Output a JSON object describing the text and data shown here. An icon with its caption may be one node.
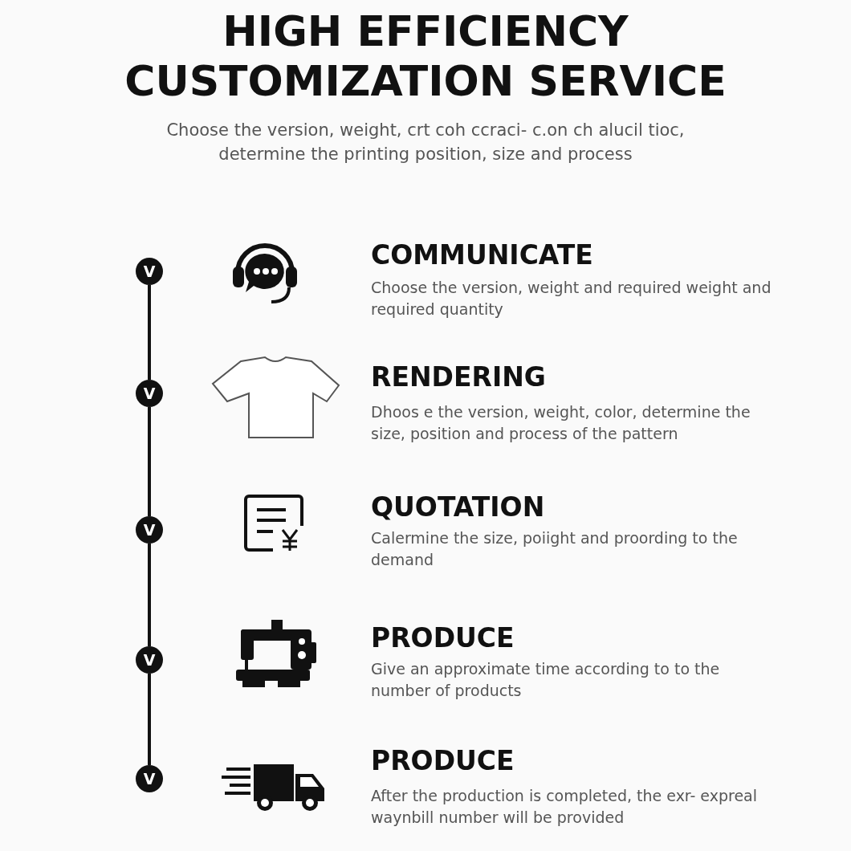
{
  "diagram": {
    "title": "HIGH EFFICIENCY CUSTOMIZATION SERVICE",
    "nodes": [
      {
        "text": [
          "V"
        ]
      },
      {
        "text": [
          "V"
        ]
      },
      {
        "text": [
          "V"
        ]
      },
      {
        "text": [
          "V"
        ]
      },
      {
        "text": [
          "V"
        ]
      }
    ],
    "edges": [
      {
        "from": 0,
        "to": 1,
        "arrow": "none"
      },
      {
        "from": 1,
        "to": 2,
        "arrow": "none"
      },
      {
        "from": 2,
        "to": 3,
        "arrow": "none"
      },
      {
        "from": 3,
        "to": 4,
        "arrow": "none"
      }
    ],
    "labels": [
      "Choose the version, weight, crt coh ccraci- c.on ch alucil tioc, determine the printing position, size and process",
      "COMMUNICATE",
      "Choose the version, weight and required weight  and required quantity",
      "RENDERING",
      "Dhoos e the version, weight, color, determine the size, position and process of the pattern",
      "QUOTATION",
      "Calermine the size, poiight and proording to the demand",
      "PRODUCE",
      "Give an approximate time according to to the number of products",
      "PRODUCE",
      "After the production is completed, the exr- expreal waynbill number will be provided"
    ]
  }
}
